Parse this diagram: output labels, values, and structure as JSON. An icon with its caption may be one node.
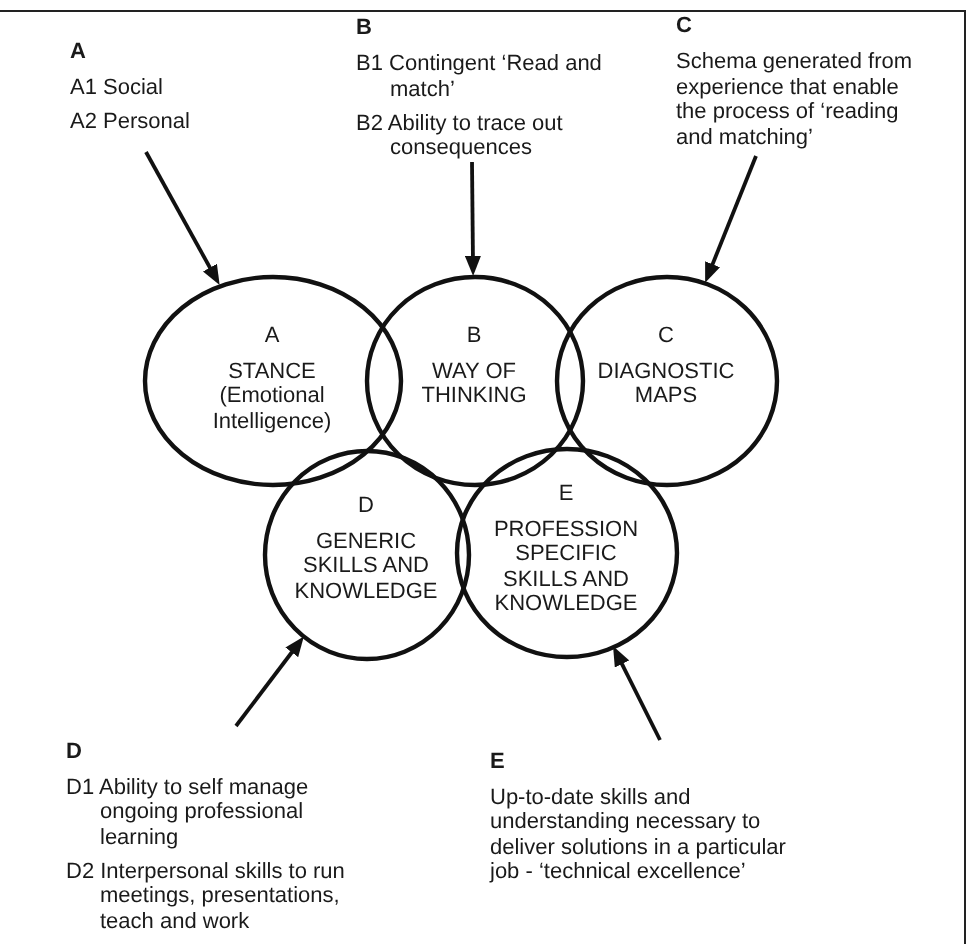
{
  "diagram": {
    "nodes": [
      {
        "text": [
          "A",
          "A1 Social",
          "A2 Personal"
        ]
      },
      {
        "text": [
          "B",
          "B1 Contingent ‘Read and match’",
          "B2 Ability to trace out consequences"
        ]
      },
      {
        "text": [
          "C",
          "Schema generated from experience that enable the process of ‘reading and matching’"
        ]
      },
      {
        "text": [
          "A",
          "STANCE (Emotional Intelligence)"
        ]
      },
      {
        "text": [
          "B",
          "WAY OF THINKING"
        ]
      },
      {
        "text": [
          "C",
          "DIAGNOSTIC MAPS"
        ]
      },
      {
        "text": [
          "D",
          "GENERIC SKILLS AND KNOWLEDGE"
        ]
      },
      {
        "text": [
          "E",
          "PROFESSION SPECIFIC SKILLS AND KNOWLEDGE"
        ]
      },
      {
        "text": [
          "D",
          "D1 Ability to self manage ongoing professional learning",
          "D2 Interpersonal skills to run meetings, presentations, teach and work"
        ]
      },
      {
        "text": [
          "E",
          "Up-to-date skills and understanding necessary to deliver solutions in a particular job - ‘technical excellence’"
        ]
      }
    ],
    "edges": [
      {
        "from": 0,
        "to": 3,
        "arrow": "to"
      },
      {
        "from": 1,
        "to": 4,
        "arrow": "to"
      },
      {
        "from": 2,
        "to": 5,
        "arrow": "to"
      },
      {
        "from": 8,
        "to": 6,
        "arrow": "to"
      },
      {
        "from": 9,
        "to": 7,
        "arrow": "to"
      }
    ]
  }
}
